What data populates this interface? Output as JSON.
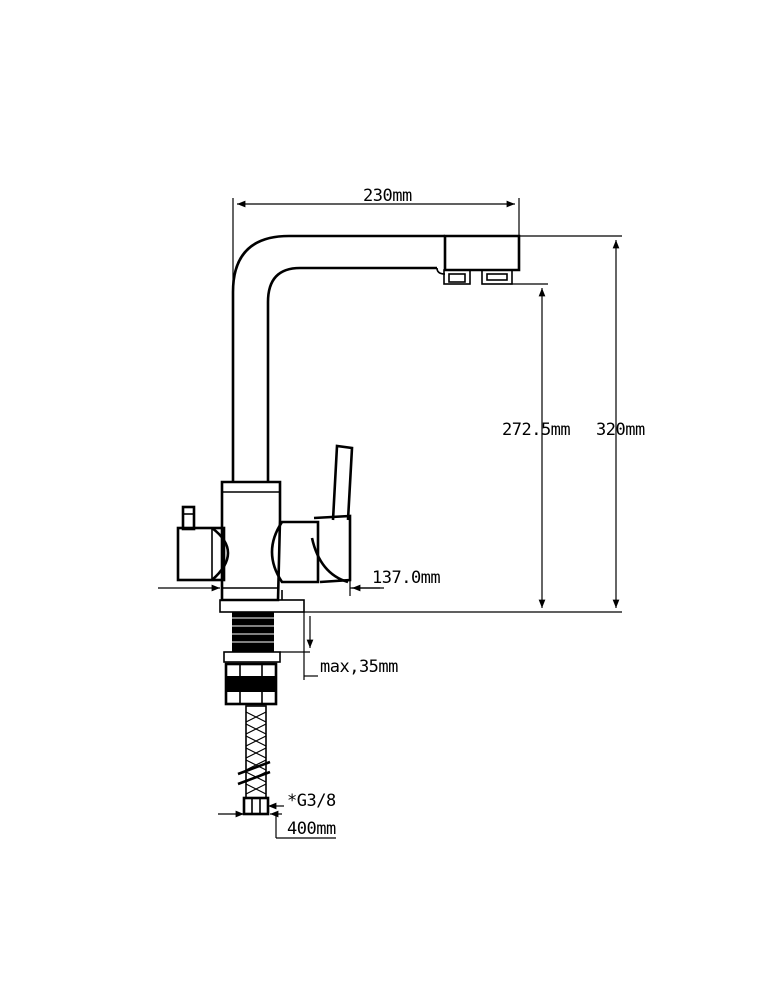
{
  "diagram": {
    "dimensions": {
      "width_top": "230mm",
      "spout_height": "272.5mm",
      "total_height": "320mm",
      "base_width": "137.0mm",
      "max_thickness": "max,35mm",
      "thread": "*G3/8",
      "hose_length": "400mm"
    }
  }
}
